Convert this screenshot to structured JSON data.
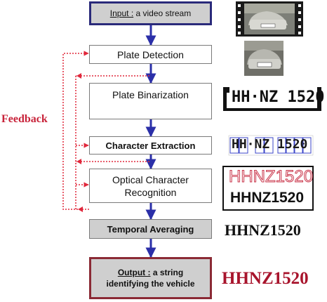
{
  "flow": {
    "input_prefix": "Input :",
    "input_rest": " a video stream",
    "steps": [
      "Plate Detection",
      "Plate Binarization",
      "Character Extraction",
      "Optical Character",
      "Recognition",
      "Temporal Averaging"
    ],
    "output_prefix": "Output :",
    "output_rest": " a string",
    "output_line2": "identifying the vehicle"
  },
  "feedback_label": "Feedback",
  "plates": {
    "binarized": "HH·NZ 1520",
    "extracted": "HH·NZ 1520",
    "ocr_outline": "HHNZ1520",
    "ocr_result": "HHNZ1520",
    "averaged": "HHNZ1520",
    "final": "HHNZ1520"
  },
  "colors": {
    "arrow_blue": "#2b2fa8",
    "feedback_red": "#e0283c",
    "input_border": "#2a2a7a",
    "output_border": "#8b2a35",
    "final_text": "#a8142c"
  }
}
